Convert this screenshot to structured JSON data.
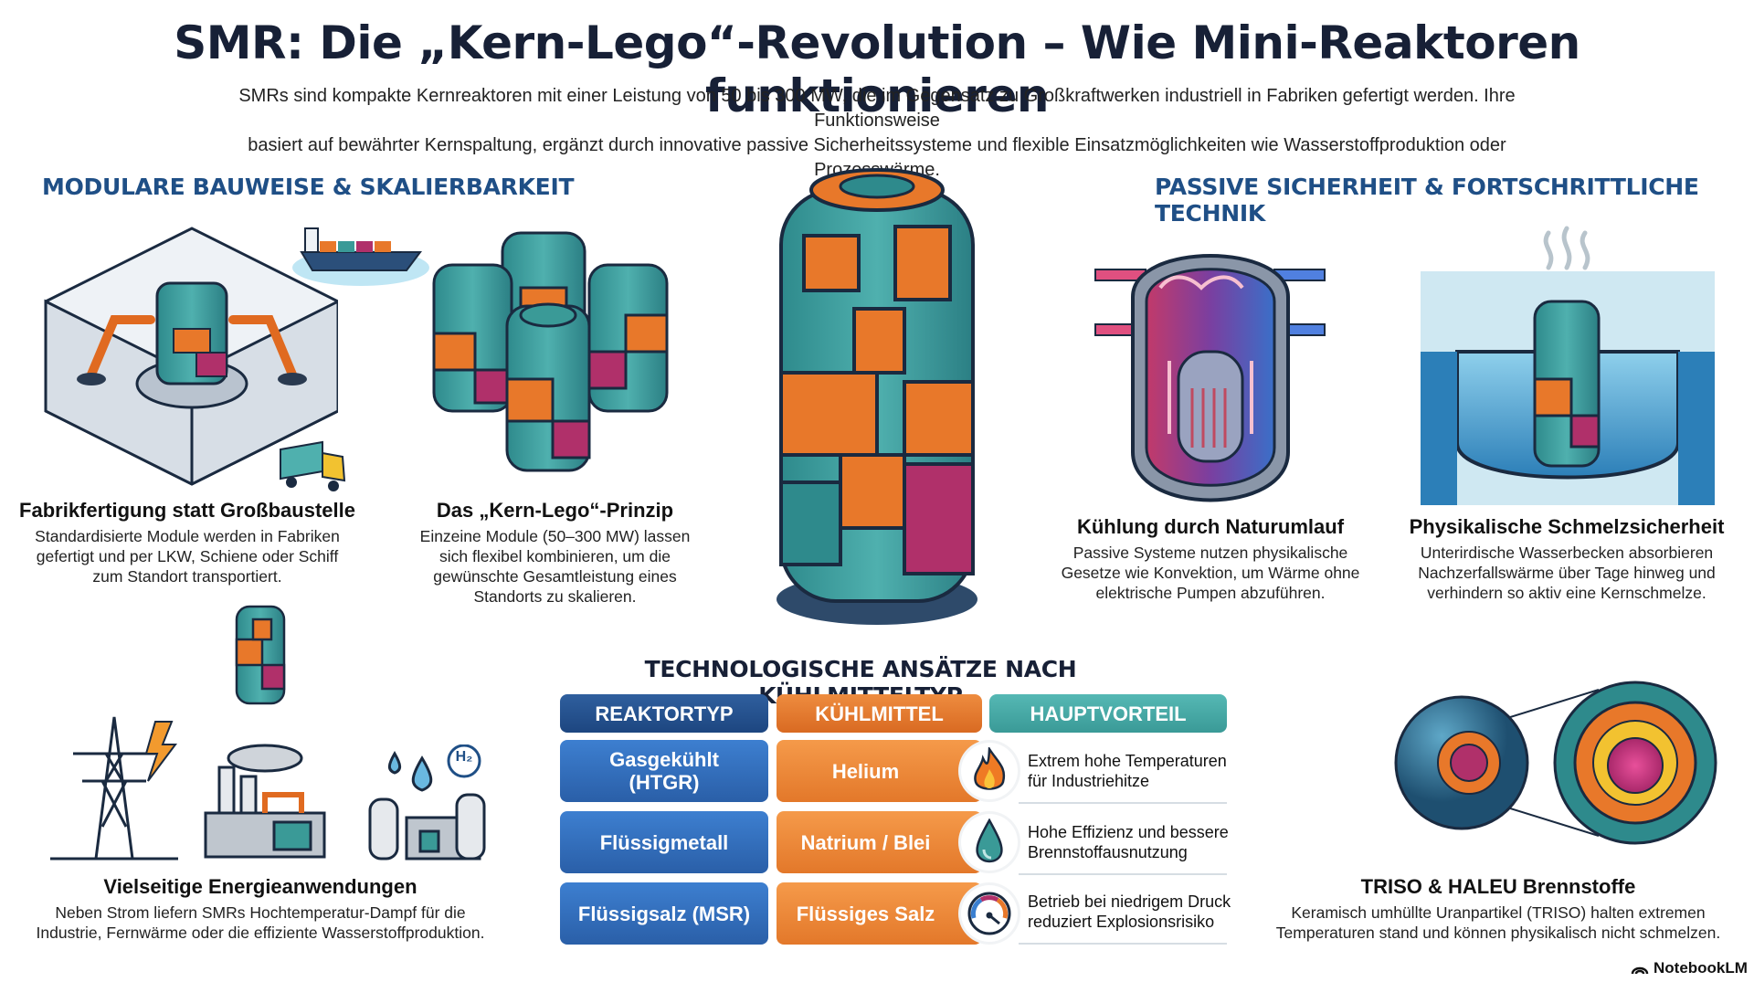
{
  "header": {
    "title": "SMR: Die „Kern-Lego“-Revolution – Wie Mini-Reaktoren funktionieren",
    "subtitle_line1": "SMRs sind kompakte Kernreaktoren mit einer Leistung von 50 bis 300 MW, die im Gegensatz zu Großkraftwerken industriell in Fabriken gefertigt werden. Ihre Funktionsweise",
    "subtitle_line2": "basiert auf bewährter Kernspaltung, ergänzt durch innovative passive Sicherheitssysteme und flexible Einsatzmöglichkeiten wie Wasserstoffproduktion oder Prozesswärme."
  },
  "left_section": {
    "title": "MODULARE BAUWEISE & SKALIERBARKEIT",
    "factory": {
      "heading": "Fabrikfertigung statt Großbaustelle",
      "lines": [
        "Standardisierte Module werden in Fabriken",
        "gefertigt und per LKW, Schiene oder Schiff",
        "zum Standort transportiert."
      ]
    },
    "lego": {
      "heading": "Das „Kern-Lego“-Prinzip",
      "lines": [
        "Einzeine Module (50–300 MW) lassen",
        "sich flexibel kombinieren, um die",
        "gewünschte Gesamtleistung eines",
        "Standorts zu skalieren."
      ]
    },
    "energy": {
      "heading": "Vielseitige Energieanwendungen",
      "lines": [
        "Neben Strom liefern SMRs Hochtemperatur-Dampf für die",
        "Industrie, Fernwärme oder die effiziente Wasserstoffproduktion."
      ],
      "h2_label": "H₂"
    }
  },
  "right_section": {
    "title": "PASSIVE SICHERHEIT & FORTSCHRITTLICHE TECHNIK",
    "cooling": {
      "heading": "Kühlung durch Naturumlauf",
      "lines": [
        "Passive Systeme nutzen physikalische",
        "Gesetze wie Konvektion, um Wärme ohne",
        "elektrische Pumpen abzuführen."
      ]
    },
    "melt": {
      "heading": "Physikalische Schmelzsicherheit",
      "lines": [
        "Unterirdische Wasserbecken absorbieren",
        "Nachzerfallswärme über Tage hinweg und",
        "verhindern so aktiv eine Kernschmelze."
      ]
    },
    "triso": {
      "heading": "TRISO & HALEU Brennstoffe",
      "lines": [
        "Keramisch umhüllte Uranpartikel (TRISO) halten extremen",
        "Temperaturen stand und können physikalisch nicht schmelzen."
      ]
    }
  },
  "table": {
    "title": "TECHNOLOGISCHE ANSÄTZE NACH KÜHLMITTELTYP",
    "headers": [
      "REAKTORTYP",
      "KÜHLMITTEL",
      "HAUPTVORTEIL"
    ],
    "rows": [
      {
        "type_l1": "Gasgekühlt",
        "type_l2": "(HTGR)",
        "coolant": "Helium",
        "adv_l1": "Extrem hohe Temperaturen",
        "adv_l2": "für Industriehitze",
        "icon": "flame-icon"
      },
      {
        "type_l1": "Flüssigmetall",
        "type_l2": "",
        "coolant": "Natrium / Blei",
        "adv_l1": "Hohe Effizienz und bessere",
        "adv_l2": "Brennstoffausnutzung",
        "icon": "droplet-icon"
      },
      {
        "type_l1": "Flüssigsalz (MSR)",
        "type_l2": "",
        "coolant": "Flüssiges Salz",
        "adv_l1": "Betrieb bei niedrigem Druck",
        "adv_l2": "reduziert Explosionsrisiko",
        "icon": "gauge-icon"
      }
    ]
  },
  "brand": {
    "label": "NotebookLM"
  },
  "colors": {
    "navy": "#1f4f86",
    "teal": "#3a9a97",
    "orange": "#e3782a",
    "magenta": "#b0306a",
    "blue": "#2a5fa8"
  }
}
